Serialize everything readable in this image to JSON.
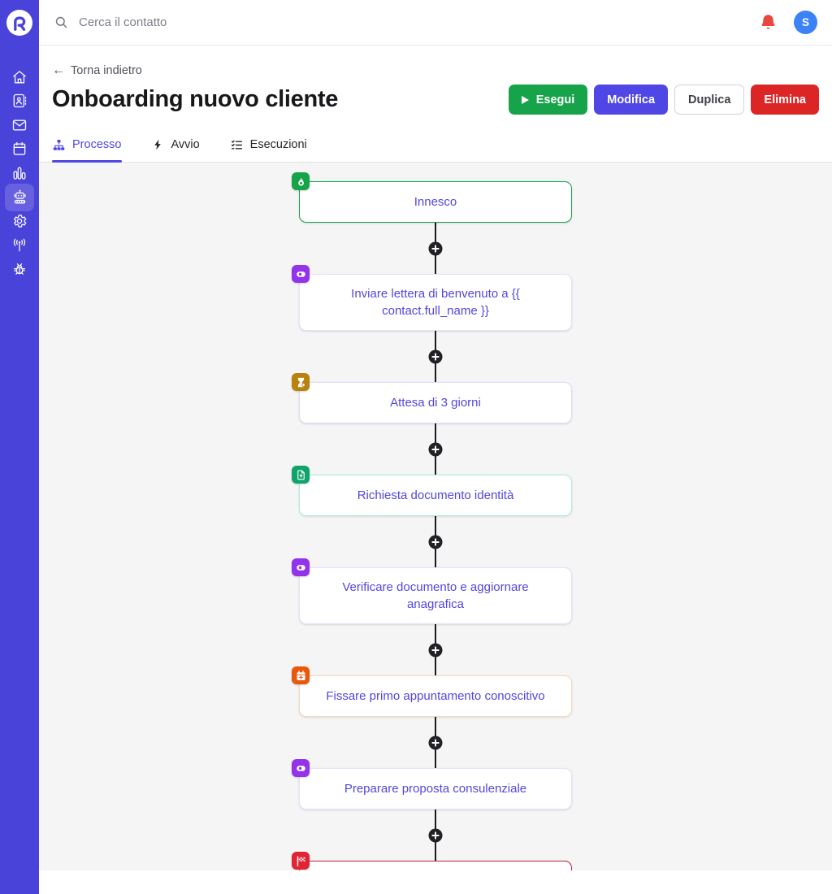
{
  "colors": {
    "sidebar_bg": "#4a43d9",
    "accent": "#4f46e5",
    "canvas_bg": "#f5f5f6",
    "node_text": "#5246e0",
    "connector": "#1b1b1f",
    "bell_red": "#e8463f",
    "avatar_blue": "#3b82f6"
  },
  "topbar": {
    "search_placeholder": "Cerca il contatto",
    "avatar_initial": "S"
  },
  "sidebar": {
    "items": [
      {
        "id": "home",
        "icon": "home-icon",
        "active": false
      },
      {
        "id": "contacts",
        "icon": "address-book-icon",
        "active": false
      },
      {
        "id": "mail",
        "icon": "mail-icon",
        "active": false
      },
      {
        "id": "calendar",
        "icon": "calendar-icon",
        "active": false
      },
      {
        "id": "charts",
        "icon": "bar-chart-icon",
        "active": false
      },
      {
        "id": "automations",
        "icon": "robot-icon",
        "active": true
      },
      {
        "id": "settings",
        "icon": "gear-icon",
        "active": false
      },
      {
        "id": "broadcast",
        "icon": "broadcast-icon",
        "active": false
      },
      {
        "id": "debug",
        "icon": "bug-icon",
        "active": false
      }
    ]
  },
  "header": {
    "back_label": "Torna indietro",
    "title": "Onboarding nuovo cliente",
    "buttons": [
      {
        "id": "esegui",
        "label": "Esegui",
        "color": "#16a34a",
        "text_color": "#ffffff"
      },
      {
        "id": "modifica",
        "label": "Modifica",
        "color": "#4f46e5",
        "text_color": "#ffffff"
      },
      {
        "id": "duplica",
        "label": "Duplica",
        "color": "#ffffff",
        "text_color": "#3f3f46",
        "border": "#d4d4d8"
      },
      {
        "id": "elimina",
        "label": "Elimina",
        "color": "#dc2626",
        "text_color": "#ffffff"
      }
    ]
  },
  "tabs": [
    {
      "id": "processo",
      "label": "Processo",
      "icon": "sitemap-icon",
      "active": true
    },
    {
      "id": "avvio",
      "label": "Avvio",
      "icon": "bolt-icon",
      "active": false
    },
    {
      "id": "esecuzioni",
      "label": "Esecuzioni",
      "icon": "list-check-icon",
      "active": false
    }
  ],
  "workflow": {
    "nodes": [
      {
        "label": "Innesco",
        "icon": "flame-icon",
        "badge_color": "#16a34a",
        "border_color": "#16a34a"
      },
      {
        "label": "Inviare lettera di benvenuto a {{ contact.full_name }}",
        "icon": "automation-icon",
        "badge_color": "#9333ea",
        "border_color": "#e3e1fb"
      },
      {
        "label": "Attesa di 3 giorni",
        "icon": "hourglass-icon",
        "badge_color": "#b8820e",
        "border_color": "#dedcf9"
      },
      {
        "label": "Richiesta documento identità",
        "icon": "file-import-icon",
        "badge_color": "#10a36c",
        "border_color": "#a9efd9"
      },
      {
        "label": "Verificare documento e aggiornare anagrafica",
        "icon": "automation-icon",
        "badge_color": "#9333ea",
        "border_color": "#e3e1fb"
      },
      {
        "label": "Fissare primo appuntamento conoscitivo",
        "icon": "calendar-plus-icon",
        "badge_color": "#ea580c",
        "border_color": "#fbd8b6"
      },
      {
        "label": "Preparare proposta consulenziale",
        "icon": "automation-icon",
        "badge_color": "#9333ea",
        "border_color": "#e3e1fb"
      },
      {
        "label": "",
        "icon": "flag-checkered-icon",
        "badge_color": "#e02433",
        "border_color": "#bf2333"
      }
    ]
  }
}
